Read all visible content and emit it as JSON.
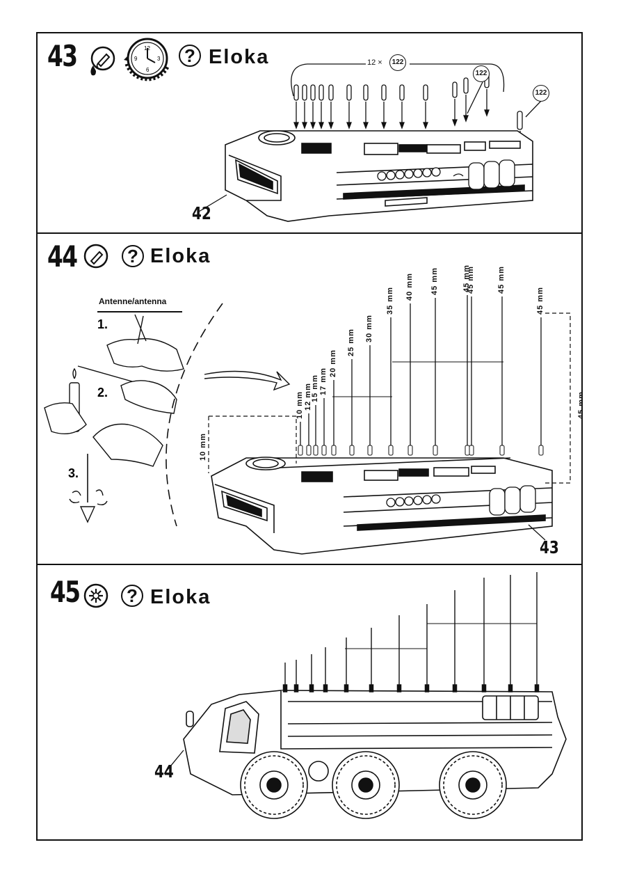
{
  "steps": [
    {
      "number": "43",
      "title": "Eloka",
      "question_symbol": "?",
      "qty_label": "12 ×",
      "part_number": "122",
      "part_number_2": "122",
      "part_number_3": "122",
      "ref": "42"
    },
    {
      "number": "44",
      "title": "Eloka",
      "question_symbol": "?",
      "antenna_label": "Antenne/antenna",
      "substeps": [
        "1.",
        "2.",
        "3."
      ],
      "lengths": [
        "10 mm",
        "12 mm",
        "15 mm",
        "17 mm",
        "20 mm",
        "25 mm",
        "30 mm",
        "35 mm",
        "40 mm",
        "45 mm",
        "45 mm",
        "45 mm",
        "45 mm",
        "45 mm"
      ],
      "dim_left": "10 mm",
      "dim_right": "45 mm",
      "ref": "43"
    },
    {
      "number": "45",
      "title": "Eloka",
      "question_symbol": "?",
      "ref": "44"
    }
  ],
  "icons": [
    "glue-icon",
    "clock-icon",
    "question-icon",
    "paint-icon"
  ]
}
